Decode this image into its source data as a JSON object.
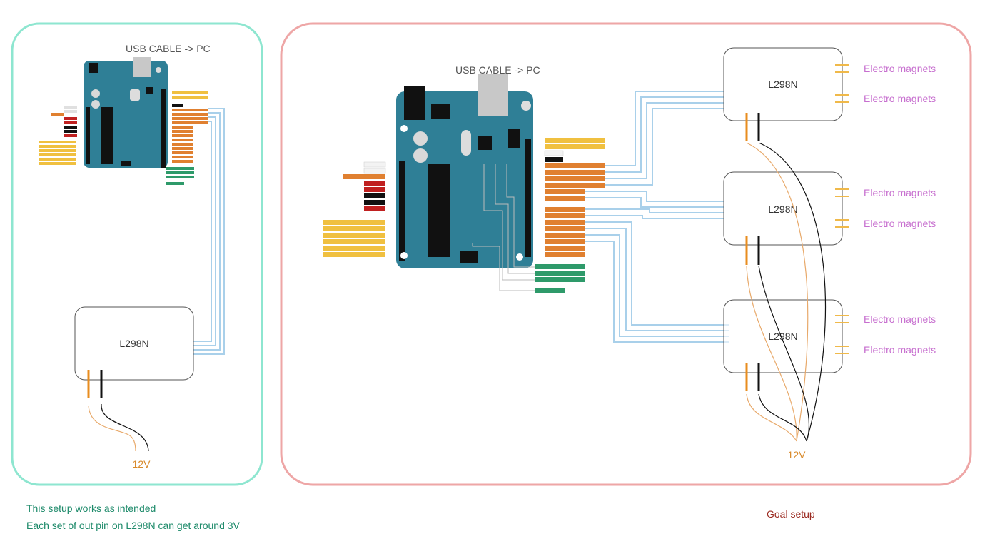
{
  "left_panel": {
    "usb_label": "USB CABLE -> PC",
    "driver_label": "L298N",
    "power_label": "12V"
  },
  "right_panel": {
    "usb_label": "USB CABLE -> PC",
    "drivers": [
      {
        "label": "L298N",
        "magnets": [
          "Electro magnets",
          "Electro magnets"
        ]
      },
      {
        "label": "L298N",
        "magnets": [
          "Electro magnets",
          "Electro magnets"
        ]
      },
      {
        "label": "L298N",
        "magnets": [
          "Electro magnets",
          "Electro magnets"
        ]
      }
    ],
    "power_label": "12V"
  },
  "notes": {
    "line1": "This setup works as intended",
    "line2": "Each set of out pin on L298N can get around 3V",
    "goal": "Goal setup"
  },
  "colors": {
    "left_border": "#8ee6d0",
    "right_border": "#eea6a6",
    "board": "#2f7f96",
    "signal_wire": "#a9d0ea",
    "orange_wire": "#e88d1f",
    "black_wire": "#111111",
    "magnet": "#f0b94a",
    "magnet_text": "#c76fcf"
  }
}
